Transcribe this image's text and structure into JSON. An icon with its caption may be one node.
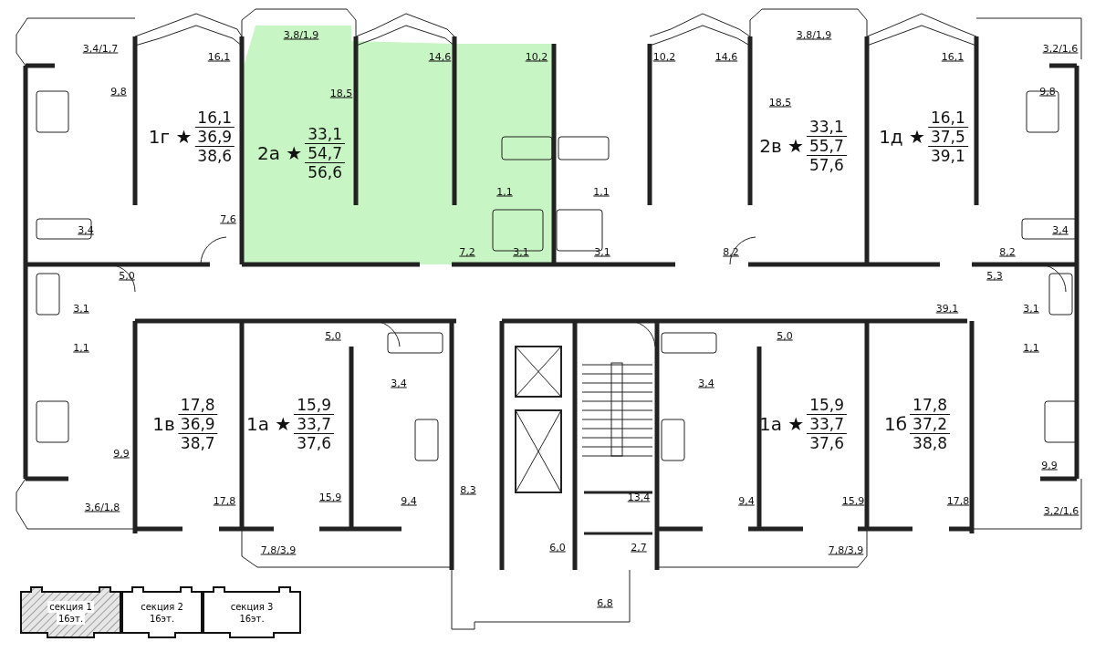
{
  "diagram": {
    "nodes": [
      {
        "text": [
          "1г ★",
          "16,1",
          "36,9",
          "38,6"
        ]
      },
      {
        "text": [
          "2а ★",
          "33,1",
          "54,7",
          "56,6"
        ]
      },
      {
        "text": [
          "2в ★",
          "33,1",
          "55,7",
          "57,6"
        ]
      },
      {
        "text": [
          "1д ★",
          "16,1",
          "37,5",
          "39,1"
        ]
      },
      {
        "text": [
          "1в",
          "17,8",
          "36,9",
          "38,7"
        ]
      },
      {
        "text": [
          "1а ★",
          "15,9",
          "33,7",
          "37,6"
        ]
      },
      {
        "text": [
          "1а ★",
          "15,9",
          "33,7",
          "37,6"
        ]
      },
      {
        "text": [
          "1б",
          "17,8",
          "37,2",
          "38,8"
        ]
      },
      {
        "text": [
          "секция 1",
          "16эт."
        ]
      },
      {
        "text": [
          "секция 2",
          "16эт."
        ]
      },
      {
        "text": [
          "секция 3",
          "16эт."
        ]
      }
    ],
    "labels": [
      "3,8/1,9",
      "3,8/1,9",
      "3,4/1,7",
      "16,1",
      "14,6",
      "10,2",
      "10,2",
      "14,6",
      "16,1",
      "3,2/1,6",
      "9,8",
      "18,5",
      "18,5",
      "9,8",
      "1,1",
      "1,1",
      "7,6",
      "3,4",
      "3,4",
      "7,2",
      "3,1",
      "3,1",
      "8,2",
      "8,2",
      "5,0",
      "5,3",
      "3,1",
      "39,1",
      "3,1",
      "5,0",
      "5,0",
      "1,1",
      "1,1",
      "3,4",
      "3,4",
      "9,9",
      "9,9",
      "8,3",
      "17,8",
      "15,9",
      "9,4",
      "13,4",
      "9,4",
      "15,9",
      "17,8",
      "3,6/1,8",
      "3,2/1,6",
      "7,8/3,9",
      "6,0",
      "2,7",
      "7,8/3,9",
      "6,8"
    ]
  }
}
